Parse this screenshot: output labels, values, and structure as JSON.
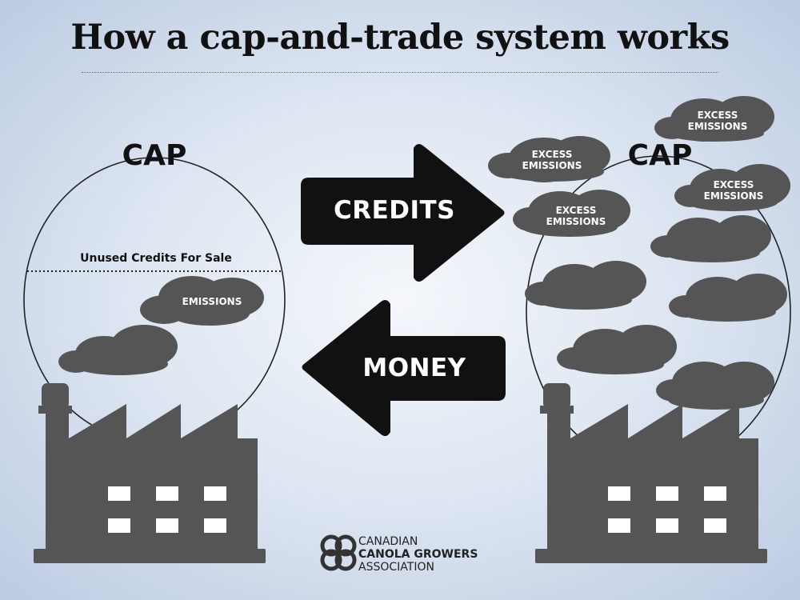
{
  "title": "How a cap-and-trade system works",
  "left_panel": {
    "cap_label": "CAP",
    "divider_label": "Unused Credits For Sale",
    "cloud_label": "EMISSIONS"
  },
  "right_panel": {
    "cap_label": "CAP",
    "cloud_labels": [
      "EXCESS EMISSIONS",
      "EXCESS EMISSIONS",
      "EXCESS EMISSIONS",
      "EXCESS EMISSIONS"
    ]
  },
  "arrows": {
    "credits": "CREDITS",
    "money": "MONEY"
  },
  "logo": {
    "line1": "CANADIAN",
    "line2": "CANOLA GROWERS",
    "line3": "ASSOCIATION"
  },
  "colors": {
    "factory": "#555555",
    "cloud": "#555555",
    "arrow": "#111111",
    "title": "#111111"
  },
  "icons": [
    "factory-icon",
    "cloud-icon",
    "arrow-right-icon",
    "arrow-left-icon",
    "logo-icon"
  ]
}
